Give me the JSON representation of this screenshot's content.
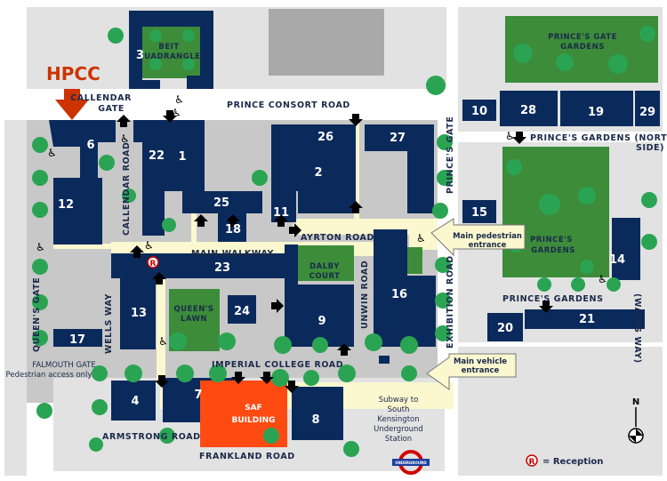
{
  "roads": {
    "prince_consort": "PRINCE CONSORT ROAD",
    "princes_gardens_north": "PRINCE'S GARDENS (NORTH",
    "princes_gardens_north_2": "SIDE)",
    "main_walkway": "MAIN WALKWAY",
    "ayrton": "AYRTON ROAD",
    "princes_gardens": "PRINCE'S    GARDENS",
    "imperial_college": "IMPERIAL COLLEGE ROAD",
    "armstrong": "ARMSTRONG ROAD",
    "frankland": "FRANKLAND ROAD",
    "queens_gate": "QUEEN'S GATE",
    "callendar": "CALLENDAR ROAD",
    "wells_way": "WELLS WAY",
    "unwin": "UNWIN ROAD",
    "exhibition": "EXHIBITION   ROAD",
    "princes_gate": "PRINCE'S GATE",
    "watts_way": "(WATTS WAY)",
    "callendar_gate_1": "CALLENDAR",
    "callendar_gate_2": "GATE",
    "falmouth_1": "FALMOUTH GATE",
    "falmouth_2": "Pedestrian access only"
  },
  "areas": {
    "beit_1": "BEIT",
    "beit_2": "QUADRANGLE",
    "princes_gate_gardens_1": "PRINCE'S GATE",
    "princes_gate_gardens_2": "GARDENS",
    "princes_gardens_1": "PRINCE'S",
    "princes_gardens_2": "GARDENS",
    "dalby_1": "DALBY",
    "dalby_2": "COURT",
    "queens_lawn_1": "QUEEN'S",
    "queens_lawn_2": "LAWN",
    "saf_1": "SAF",
    "saf_2": "BUILDING"
  },
  "buildings": {
    "b1": "1",
    "b2": "2",
    "b3": "3",
    "b4": "4",
    "b6": "6",
    "b7": "7",
    "b8": "8",
    "b9": "9",
    "b10": "10",
    "b11": "11",
    "b12": "12",
    "b13": "13",
    "b14": "14",
    "b15": "15",
    "b16": "16",
    "b17": "17",
    "b18": "18",
    "b19": "19",
    "b20": "20",
    "b21": "21",
    "b22": "22",
    "b23": "23",
    "b24": "24",
    "b25": "25",
    "b26": "26",
    "b27": "27",
    "b28": "28",
    "b29": "29"
  },
  "annotations": {
    "hpcc": "HPCC",
    "main_pedestrian_1": "Main pedestrian",
    "main_pedestrian_2": "entrance",
    "main_vehicle_1": "Main vehicle",
    "main_vehicle_2": "entrance",
    "subway_1": "Subway to",
    "subway_2": "South",
    "subway_3": "Kensington",
    "subway_4": "Underground",
    "subway_5": "Station",
    "underground_sign": "UNDERGROUND",
    "reception_marker": "R",
    "reception_legend": "= Reception",
    "compass_n": "N"
  },
  "icons": {
    "wheelchair": "wheelchair-access-icon",
    "arrow": "entrance-arrow-icon",
    "tree": "tree-icon",
    "compass": "compass-icon",
    "underground": "underground-roundel-icon"
  },
  "colors": {
    "building": "#0b2a5c",
    "saf_building": "#ff4a12",
    "grass": "#3c8c3a",
    "tree": "#2aa453",
    "walkway": "#fbf7cf",
    "hpcc": "#cc3300"
  }
}
